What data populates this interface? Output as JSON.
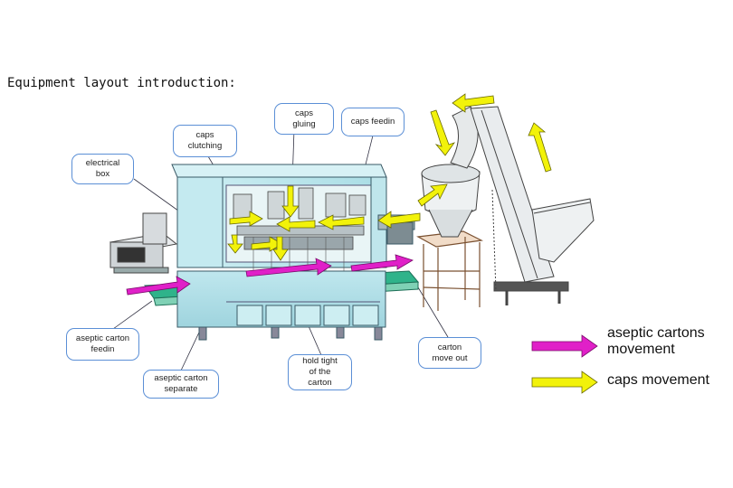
{
  "title": "Equipment layout introduction:",
  "callouts": {
    "caps_clutching": [
      "caps",
      "clutching"
    ],
    "caps_gluing": [
      "caps",
      "gluing"
    ],
    "caps_feedin": [
      "caps feedin"
    ],
    "electrical_box": [
      "electrical",
      "box"
    ],
    "aseptic_carton_feedin": [
      "aseptic carton",
      "feedin"
    ],
    "aseptic_carton_separate": [
      "aseptic carton",
      "separate"
    ],
    "hold_tight": [
      "hold tight",
      "of the",
      "carton"
    ],
    "carton_move_out": [
      "carton",
      "move out"
    ]
  },
  "legend": {
    "carton_line1": "aseptic cartons",
    "carton_line2": "movement",
    "caps_label": "caps movement"
  },
  "colors": {
    "carton_arrow": "#e020c8",
    "caps_arrow": "#f2f20a",
    "callout_border": "#5b8fd6",
    "machine_body": "#b9e6ec",
    "machine_outline": "#3a5a66"
  }
}
